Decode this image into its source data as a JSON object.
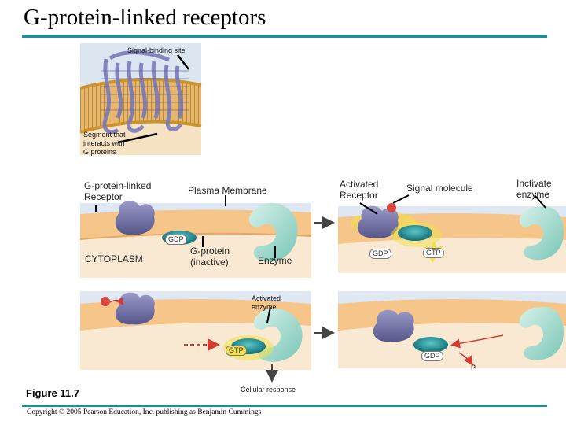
{
  "title": "G-protein-linked receptors",
  "inset": {
    "signal_binding_site": "Signal-binding site",
    "segment_label": [
      "Segment that",
      "interacts with",
      "G proteins"
    ]
  },
  "panel1": {
    "receptor_label": [
      "G-protein-linked",
      "Receptor"
    ],
    "membrane_label": "Plasma Membrane",
    "gdp": "GDP",
    "cytoplasm": "CYTOPLASM",
    "gprotein_label": [
      "G-protein",
      "(inactive)"
    ],
    "enzyme_label": "Enzyme"
  },
  "panel2": {
    "activated_receptor": [
      "Activated",
      "Receptor"
    ],
    "signal_molecule": "Signal molecule",
    "inactivate_enzyme": [
      "Inctivate",
      "enzyme"
    ],
    "gdp": "GDP",
    "gtp": "GTP"
  },
  "panel3": {
    "activated_enzyme": [
      "Activated",
      "enzyme"
    ],
    "gtp": "GTP",
    "cellular_response": "Cellular response"
  },
  "panel4": {
    "gdp": "GDP",
    "pi": "P"
  },
  "figure_label": "Figure 11.7",
  "copyright": "Copyright © 2005 Pearson Education, Inc. publishing as Benjamin Cummings",
  "colors": {
    "accent_rule": "#1f8f91",
    "membrane": "#f5c58a",
    "cytoplasm": "#f9e8d2",
    "extracellular": "#dfe8f2",
    "receptor": "#7a7aa8",
    "gprotein": "#1d8f94",
    "enzyme": "#aee0d4",
    "signal": "#d9463b",
    "gtp_glow": "#f0e04a"
  }
}
